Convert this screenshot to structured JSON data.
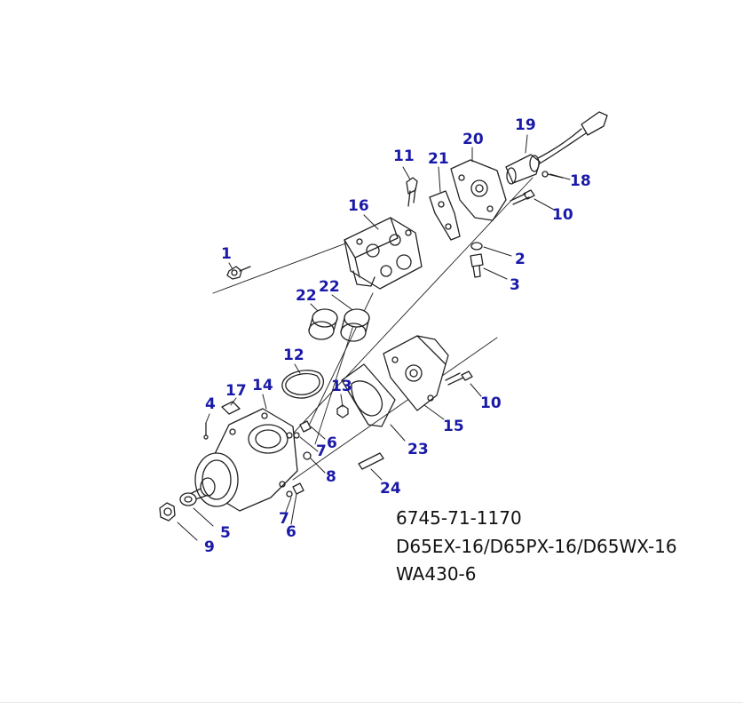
{
  "colors": {
    "callout": "#1a1aa8",
    "line": "#222222",
    "text": "#111111"
  },
  "callouts": [
    {
      "id": "c1",
      "label": "1"
    },
    {
      "id": "c2",
      "label": "2"
    },
    {
      "id": "c3",
      "label": "3"
    },
    {
      "id": "c4",
      "label": "4"
    },
    {
      "id": "c5",
      "label": "5"
    },
    {
      "id": "c6a",
      "label": "6"
    },
    {
      "id": "c6b",
      "label": "6"
    },
    {
      "id": "c7a",
      "label": "7"
    },
    {
      "id": "c7b",
      "label": "7"
    },
    {
      "id": "c8",
      "label": "8"
    },
    {
      "id": "c9",
      "label": "9"
    },
    {
      "id": "c10a",
      "label": "10"
    },
    {
      "id": "c10b",
      "label": "10"
    },
    {
      "id": "c11",
      "label": "11"
    },
    {
      "id": "c12",
      "label": "12"
    },
    {
      "id": "c13",
      "label": "13"
    },
    {
      "id": "c14",
      "label": "14"
    },
    {
      "id": "c15",
      "label": "15"
    },
    {
      "id": "c16",
      "label": "16"
    },
    {
      "id": "c17",
      "label": "17"
    },
    {
      "id": "c18",
      "label": "18"
    },
    {
      "id": "c19",
      "label": "19"
    },
    {
      "id": "c20",
      "label": "20"
    },
    {
      "id": "c21",
      "label": "21"
    },
    {
      "id": "c22a",
      "label": "22"
    },
    {
      "id": "c22b",
      "label": "22"
    },
    {
      "id": "c23",
      "label": "23"
    },
    {
      "id": "c24",
      "label": "24"
    }
  ],
  "part_info": {
    "part_number": "6745-71-1170",
    "models": "D65EX-16/D65PX-16/D65WX-16",
    "models_2": "WA430-6"
  }
}
